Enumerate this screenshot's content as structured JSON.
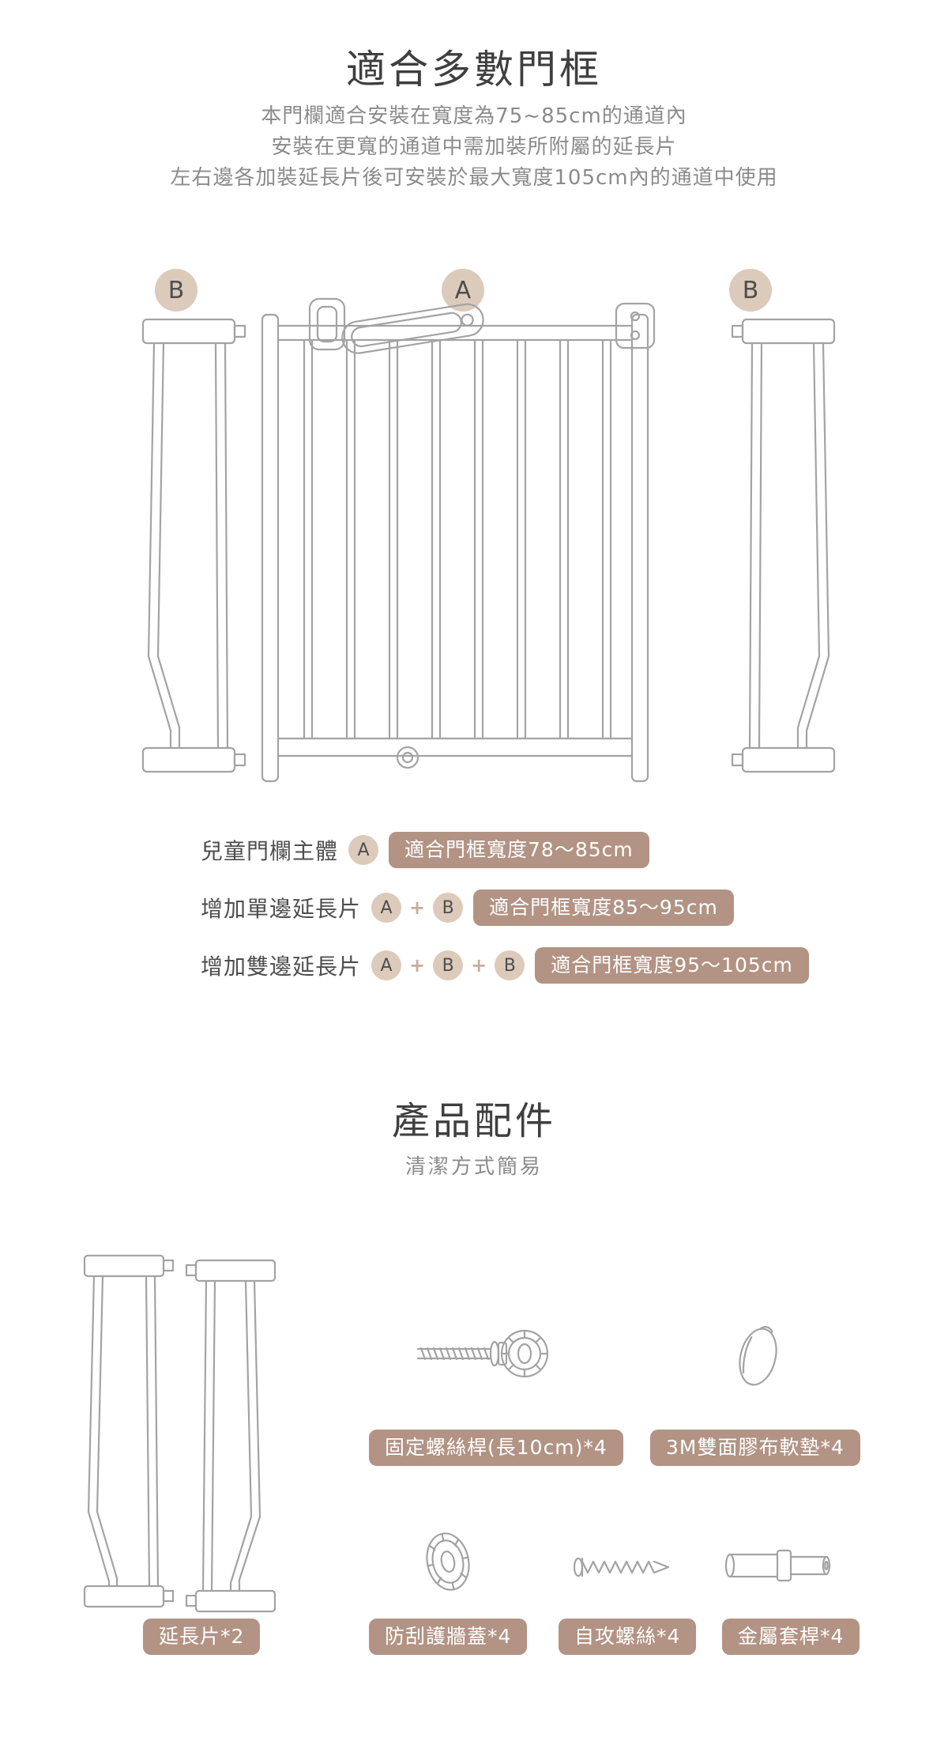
{
  "colors": {
    "badge_bg": "#dccabb",
    "badge_text": "#4e4e4e",
    "pill_bg": "#b29384",
    "pill_text": "#ffffff",
    "title_text": "#3f3f3f",
    "body_text": "#8b8b8b",
    "plus_text": "#c9ac9b",
    "line_art": "#a3a3a3"
  },
  "section_fit": {
    "title": "適合多數門框",
    "description_lines": [
      "本門欄適合安裝在寬度為75~85cm的通道內",
      "安裝在更寬的通道中需加裝所附屬的延長片",
      "左右邊各加裝延長片後可安裝於最大寬度105cm內的通道中使用"
    ],
    "diagram": {
      "label_left": "B",
      "label_center": "A",
      "label_right": "B"
    },
    "plus_sign": "+",
    "legend": [
      {
        "label": "兒童門欄主體",
        "badges": [
          "A"
        ],
        "range": "適合門框寬度78〜85cm"
      },
      {
        "label": "增加單邊延長片",
        "badges": [
          "A",
          "B"
        ],
        "range": "適合門框寬度85〜95cm"
      },
      {
        "label": "增加雙邊延長片",
        "badges": [
          "A",
          "B",
          "B"
        ],
        "range": "適合門框寬度95〜105cm"
      }
    ]
  },
  "section_parts": {
    "title": "產品配件",
    "subtitle": "清潔方式簡易",
    "parts": [
      {
        "name": "extension-panels",
        "label": "延長片*2"
      },
      {
        "name": "fixing-screw-rod",
        "label": "固定螺絲桿(長10cm)*4"
      },
      {
        "name": "3m-adhesive-pad",
        "label": "3M雙面膠布軟墊*4"
      },
      {
        "name": "wall-protector-cap",
        "label": "防刮護牆蓋*4"
      },
      {
        "name": "self-tapping-screw",
        "label": "自攻螺絲*4"
      },
      {
        "name": "metal-sleeve-rod",
        "label": "金屬套桿*4"
      }
    ]
  }
}
